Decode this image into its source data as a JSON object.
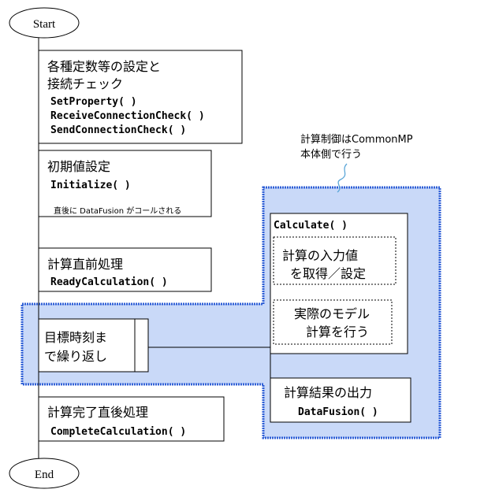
{
  "start": {
    "label": "Start"
  },
  "end": {
    "label": "End"
  },
  "setup": {
    "line1": "各種定数等の設定と",
    "line2": "接続チェック",
    "func1": "SetProperty( )",
    "func2": "ReceiveConnectionCheck( )",
    "func3": "SendConnectionCheck( )"
  },
  "init": {
    "title": "初期値設定",
    "func": "Initialize( )",
    "note": "直後に DataFusion がコールされる"
  },
  "ready": {
    "title": "計算直前処理",
    "func": "ReadyCalculation( )"
  },
  "loop": {
    "line1": "目標時刻ま",
    "line2": "で繰り返し"
  },
  "calc": {
    "func": "Calculate( )",
    "input_line1": "計算の入力値",
    "input_line2": "を取得／設定",
    "model_line1": "実際のモデル",
    "model_line2": "計算を行う"
  },
  "output": {
    "title": "計算結果の出力",
    "func": "DataFusion( )"
  },
  "complete": {
    "title": "計算完了直後処理",
    "func": "CompleteCalculation( )"
  },
  "callout": {
    "line1": "計算制御はCommonMP",
    "line2": "本体側で行う"
  },
  "colors": {
    "highlight_fill": "#c9d9f8",
    "highlight_border": "#2f5fd6",
    "line": "#000000"
  }
}
